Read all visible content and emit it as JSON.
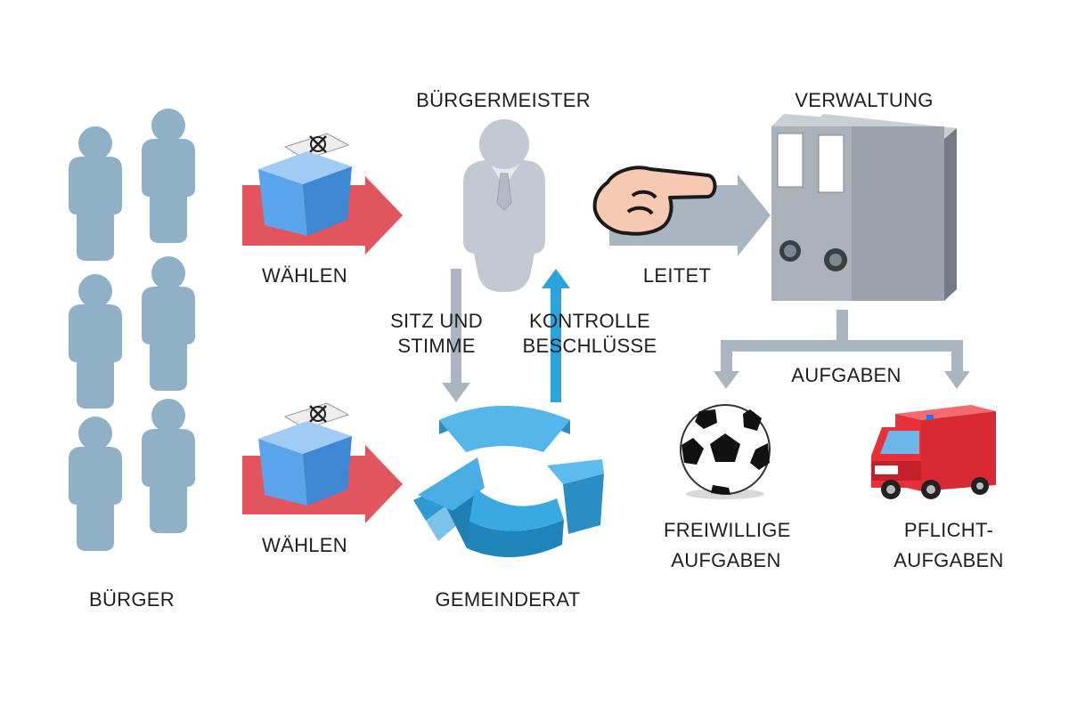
{
  "labels": {
    "buerger": "BÜRGER",
    "waehlen_top": "WÄHLEN",
    "waehlen_bottom": "WÄHLEN",
    "buergermeister": "BÜRGERMEISTER",
    "sitz_und": "SITZ UND",
    "stimme": "STIMME",
    "kontrolle": "KONTROLLE",
    "beschluesse": "BESCHLÜSSE",
    "gemeinderat": "GEMEINDERAT",
    "leitet": "LEITET",
    "verwaltung": "VERWALTUNG",
    "aufgaben": "AUFGABEN",
    "freiwillige": "FREIWILLIGE",
    "freiwillige_2": "AUFGABEN",
    "pflicht": "PFLICHT-",
    "pflicht_2": "AUFGABEN"
  },
  "icons": {
    "citizen": "person-icon",
    "ballot": "ballot-box-icon",
    "mayor": "businessman-icon",
    "council": "council-ring-icon",
    "hand": "pointing-hand-icon",
    "binders": "binder-icon",
    "ball": "soccer-ball-icon",
    "truck": "fire-truck-icon"
  },
  "colors": {
    "citizens": "#8fb0c6",
    "vote_arrow": "#e2555e",
    "ballot_box": "#5aa4ec",
    "mayor": "#c2c9d2",
    "arrow_grey": "#a9b6c2",
    "arrow_blue": "#2aa3dd",
    "council": "#3aa9e2",
    "binder": "#9aa3ac",
    "truck": "#e8303a"
  }
}
